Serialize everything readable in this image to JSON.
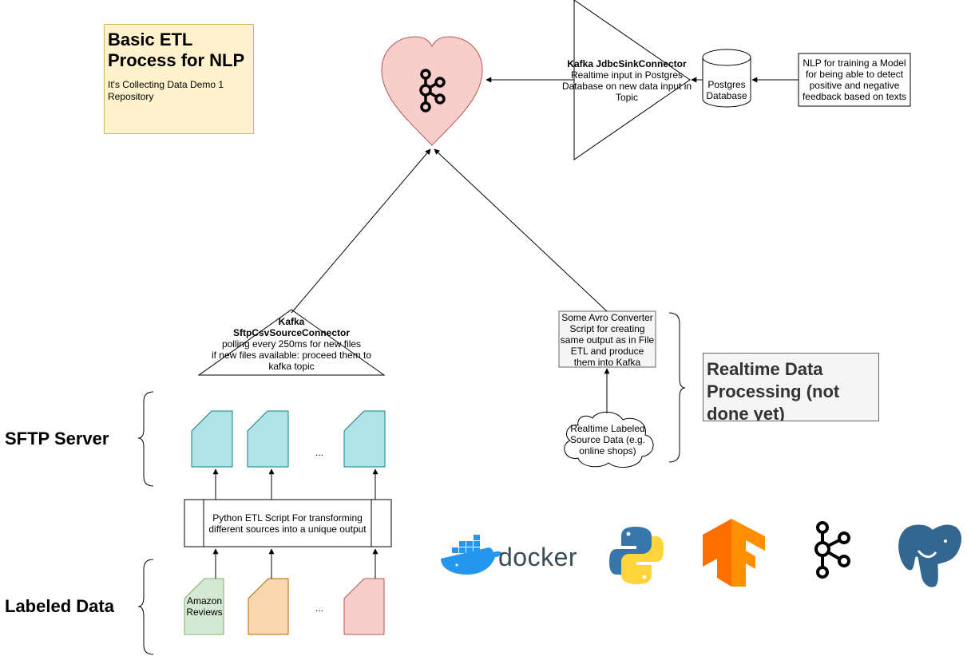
{
  "title": {
    "main": "Basic ETL Process for NLP",
    "sub": "It's Collecting Data Demo 1 Repository"
  },
  "sink_connector": {
    "name": "Kafka JdbcSinkConnector",
    "desc": "Realtime input in Postgres Database on new data input in Topic"
  },
  "postgres_db": "Postgres Database",
  "nlp_box": "NLP for training a Model for being able to detect positive and negative feedback based on texts",
  "source_connector": {
    "name_line1": "Kafka",
    "name_line2": "SftpCsvSourceConnector",
    "desc_line1": "polling every 250ms for new files",
    "desc_line2": "if new files available: proceed them to",
    "desc_line3": "kafka topic"
  },
  "avro_box": "Some Avro Converter Script for creating same output as in File ETL and produce them into Kafka",
  "realtime_source": "Realtime Labeled Source Data (e.g. online shops)",
  "realtime_label": "Realtime Data Processing (not done yet)",
  "sftp_label": "SFTP Server",
  "labeled_label": "Labeled Data",
  "etl_script": "Python ETL Script For transforming different sources into a unique output",
  "amazon_reviews": "Amazon Reviews",
  "ellipsis": "...",
  "logos": {
    "docker": "docker"
  },
  "colors": {
    "heart_fill": "#f8cecc",
    "heart_stroke": "#b85450",
    "file_teal": "#b0e3e6",
    "file_teal_stroke": "#0e8088",
    "file_green": "#d5e8d4",
    "file_orange": "#fad7ac",
    "file_pink": "#f8cecc",
    "docker_blue": "#2496ed",
    "python_blue": "#3776ab",
    "python_yellow": "#ffd43b",
    "tensorflow_orange": "#ff6f00",
    "postgres_blue": "#336791"
  }
}
